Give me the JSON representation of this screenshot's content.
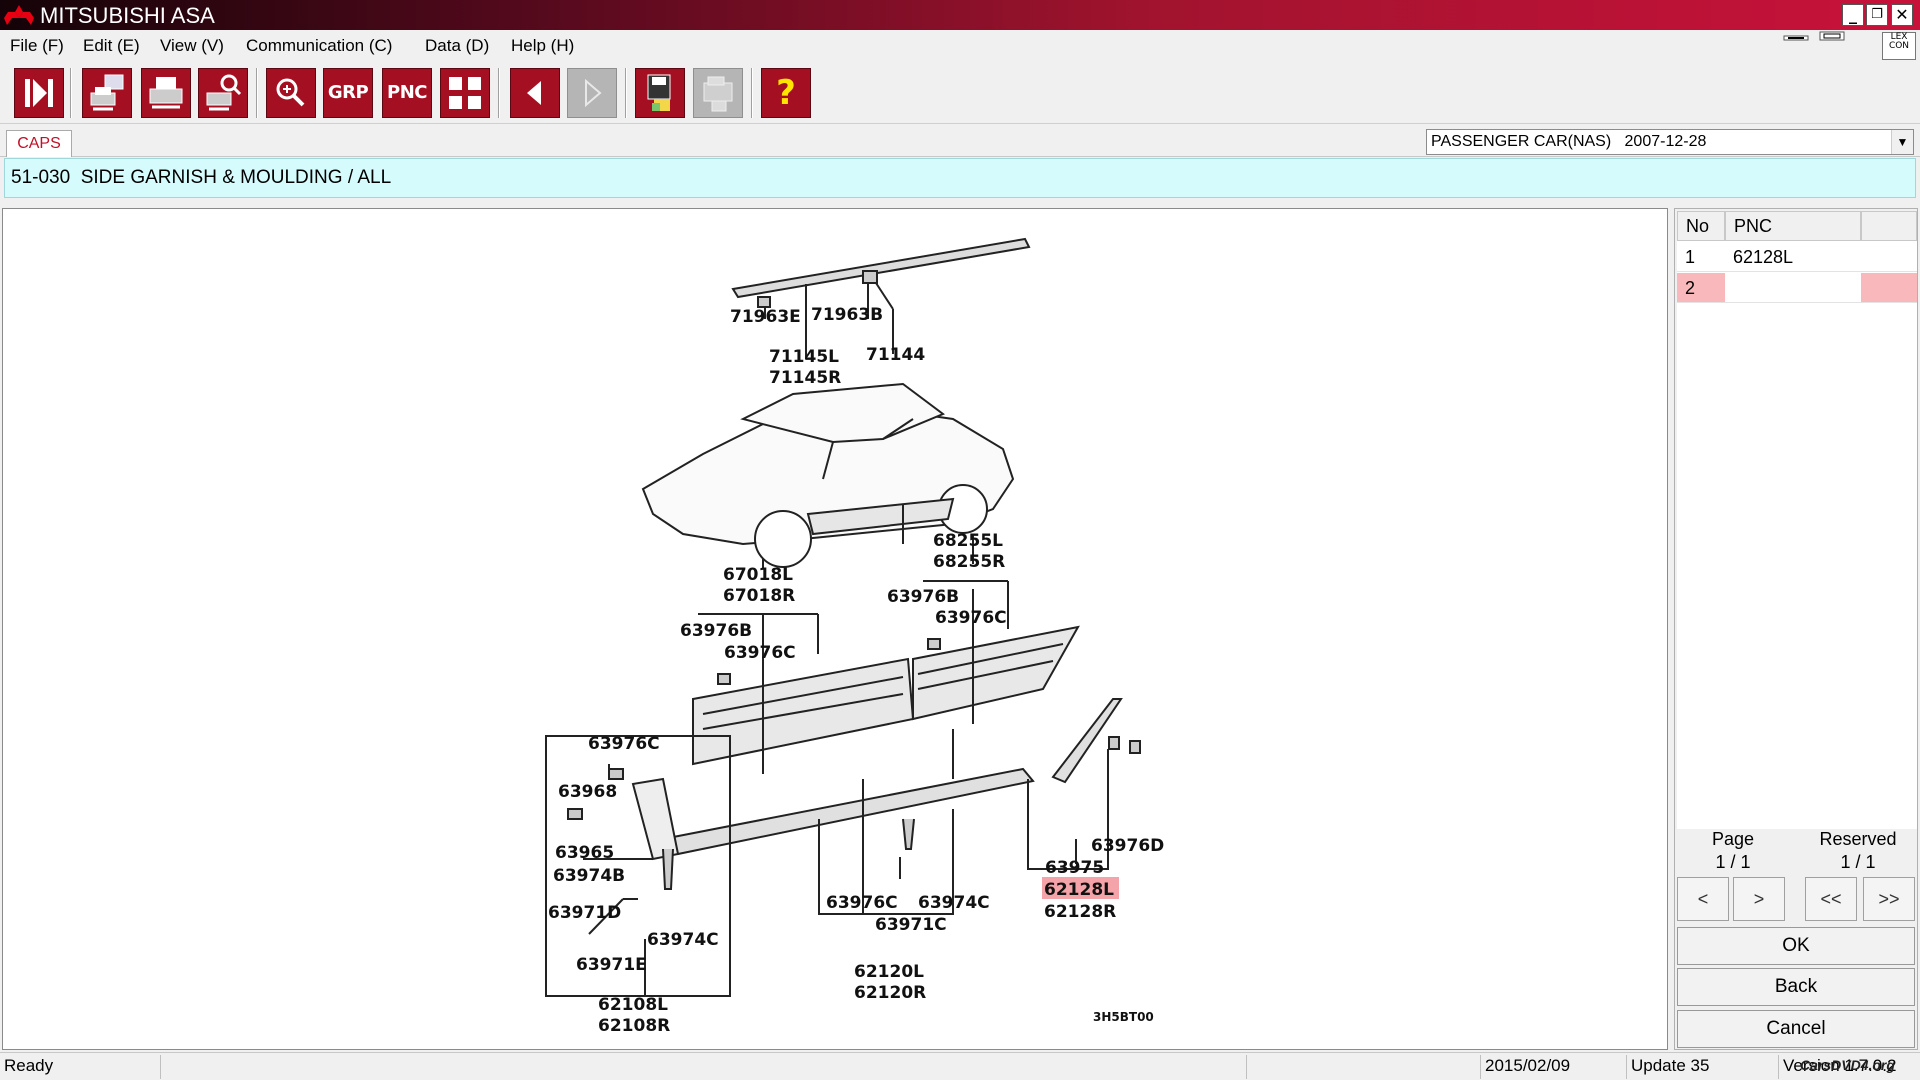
{
  "window": {
    "title": "MITSUBISHI ASA",
    "minimize": "_",
    "restore": "❐",
    "close": "✕"
  },
  "menu": [
    "File (F)",
    "Edit (E)",
    "View (V)",
    "Communication (C)",
    "Data (D)",
    "Help (H)"
  ],
  "menu_right_icon_label": "LEX CON",
  "toolbar": {
    "exit": "exit-icon",
    "print_preview": "print-preview-icon",
    "print": "printer-icon",
    "print_search": "print-search-icon",
    "zoom": "zoom-icon",
    "grp": "GRP",
    "pnc": "PNC",
    "grid": "grid-icon",
    "prev": "◀",
    "next": "▷",
    "save": "save-icon",
    "open": "open-icon",
    "help": "?"
  },
  "tabs": {
    "caps": "CAPS"
  },
  "model_select": {
    "value": "PASSENGER CAR(NAS)   2007-12-28"
  },
  "section_header": "51-030  SIDE GARNISH & MOULDING / ALL",
  "diagram": {
    "labels": {
      "l_71963e": "71963E",
      "l_71963b": "71963B",
      "l_71145l": "71145L",
      "l_71145r": "71145R",
      "l_71144": "71144",
      "l_68255l": "68255L",
      "l_68255r": "68255R",
      "l_67018l": "67018L",
      "l_67018r": "67018R",
      "l_63976b_a": "63976B",
      "l_63976c_a": "63976C",
      "l_63976b_b": "63976B",
      "l_63976c_b": "63976C",
      "l_63976c_c": "63976C",
      "l_63968": "63968",
      "l_63965": "63965",
      "l_63974b": "63974B",
      "l_63971d": "63971D",
      "l_63974c_a": "63974C",
      "l_63971e": "63971E",
      "l_62108l": "62108L",
      "l_62108r": "62108R",
      "l_63976c_d": "63976C",
      "l_63974c_b": "63974C",
      "l_63971c": "63971C",
      "l_62120l": "62120L",
      "l_62120r": "62120R",
      "l_63976d": "63976D",
      "l_63975": "63975",
      "l_62128l": "62128L",
      "l_62128r": "62128R",
      "l_code": "3H5BT00"
    },
    "highlight_color": "#f4a4a8"
  },
  "parts_table": {
    "headers": {
      "no": "No",
      "pnc": "PNC",
      "extra": ""
    },
    "rows": [
      {
        "no": "1",
        "pnc": "62128L"
      },
      {
        "no": "2",
        "pnc": ""
      }
    ],
    "selected_row_color": "#f8b8bc"
  },
  "pager": {
    "page_label": "Page",
    "page_value": "1 / 1",
    "reserved_label": "Reserved",
    "reserved_value": "1 / 1",
    "prev": "<",
    "next": ">",
    "first": "<<",
    "last": ">>"
  },
  "buttons": {
    "ok": "OK",
    "back": "Back",
    "cancel": "Cancel"
  },
  "status": {
    "ready": "Ready",
    "date": "2015/02/09",
    "update": "Update 35",
    "version": "Version 1.7.0.2",
    "watermark": "CarsDVD4.org"
  }
}
